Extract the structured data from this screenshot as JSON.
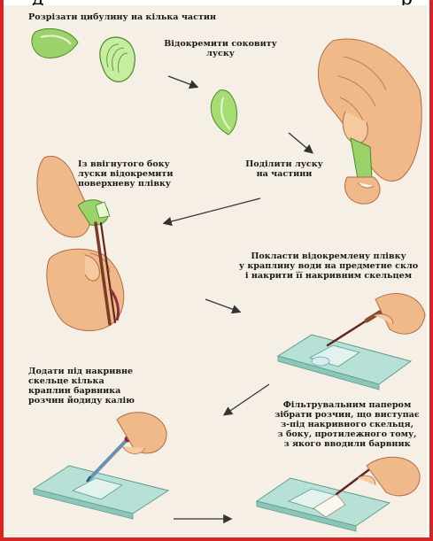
{
  "top_cut": {
    "left": "д",
    "right": "р"
  },
  "colors": {
    "border": "#d92323",
    "paper": "#f6efe6",
    "skin": "#f0b98a",
    "skin_shadow": "#d88d5c",
    "onion": "#9bd36a",
    "onion_light": "#d8f0b5",
    "glass": "#a8d6c9",
    "tool": "#7a3b2a",
    "arrow": "#333333"
  },
  "steps": {
    "s1": {
      "line1": "Розрізати цибулину на кілька частин"
    },
    "s2": {
      "line1": "Відокремити соковиту",
      "line2": "луску"
    },
    "s3": {
      "line1": "Поділити луску",
      "line2": "на частини"
    },
    "s4": {
      "line1": "Із ввігнутого боку",
      "line2": "луски відокремити",
      "line3": "поверхневу плівку"
    },
    "s5": {
      "line1": "Покласти відокремлену плівку",
      "line2": "у краплину води на предметне скло",
      "line3": "і накрити її накривним скельцем"
    },
    "s6": {
      "line1": "Додати під накривне",
      "line2": "скельце кілька",
      "line3": "краплин барвника",
      "line4": "розчин йодиду калію"
    },
    "s7": {
      "line1": "Фільтрувальним папером",
      "line2": "зібрати розчин, що виступає",
      "line3": "з-під накривного скельця,",
      "line4": "з боку, протилежного тому,",
      "line5": "з якого вводили барвник"
    }
  }
}
